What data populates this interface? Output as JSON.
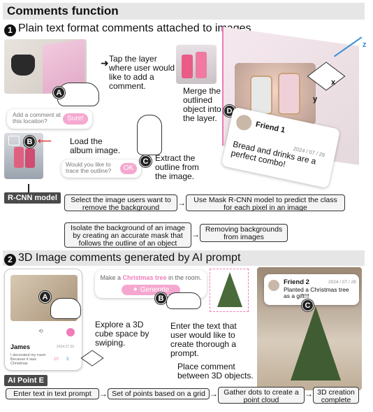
{
  "title": "Comments function",
  "section1": {
    "number": "1",
    "heading": "Plain text format comments attached to images",
    "tap_text": "Tap the layer where user would like to add a comment.",
    "add_comment_prompt": "Add a comment at this location?",
    "sure_button": "Sure!",
    "load_text": "Load the album image.",
    "trace_prompt": "Would you like to trace the outline?",
    "ok_button": "OK",
    "extract_text": "Extract the outline from the image.",
    "merge_text": "Merge the outlined object into the layer.",
    "axis_x": "x",
    "axis_y": "y",
    "axis_z": "z",
    "comment": {
      "user": "Friend 1",
      "date": "2024 / 07 / 29",
      "text": "Bread and drinks are a perfect combo!"
    },
    "markers": [
      "A",
      "B",
      "C",
      "D"
    ],
    "flow": {
      "tag": "R-CNN model",
      "box1": "Select the image users want to remove the background",
      "box2": "Use Mask R-CNN model to predict the class for each pixel in an image",
      "box3": "Isolate the background of an image by creating an accurate mask that follows the outline of an object",
      "box4": "Removing backgrounds from images"
    }
  },
  "section2": {
    "number": "2",
    "heading": "3D Image comments generated by AI prompt",
    "explore_text": "Explore a 3D cube space by swiping.",
    "prompt_prefix": "Make a",
    "prompt_highlight": "Christmas tree",
    "prompt_suffix": "in the room.",
    "generate_button": "Generate",
    "enter_text": "Enter the text that user would like to create thorough a prompt.",
    "place_text": "Place comment between 3D objects.",
    "phone_user": "James",
    "phone_date": "2024.07.29",
    "phone_comment": "I decorated my room Because it was Christmas",
    "phone_like": "10",
    "phone_reply": "3",
    "comment": {
      "user": "Friend 2",
      "date": "2024 / 07 / 29",
      "text": "Planted a Christmas tree as a gift!!!"
    },
    "markers": [
      "A",
      "B",
      "C"
    ],
    "flow": {
      "tag": "AI Point E",
      "box1": "Enter text in text prompt",
      "box2": "Set of points based on a grid",
      "box3": "Gather dots to create a point cloud",
      "box4": "3D creation complete"
    }
  },
  "colors": {
    "pink": "#f07bb8",
    "light_pink": "#f5b6d6",
    "blue": "#3a8fd8",
    "header_gray": "#e6e6e6"
  }
}
